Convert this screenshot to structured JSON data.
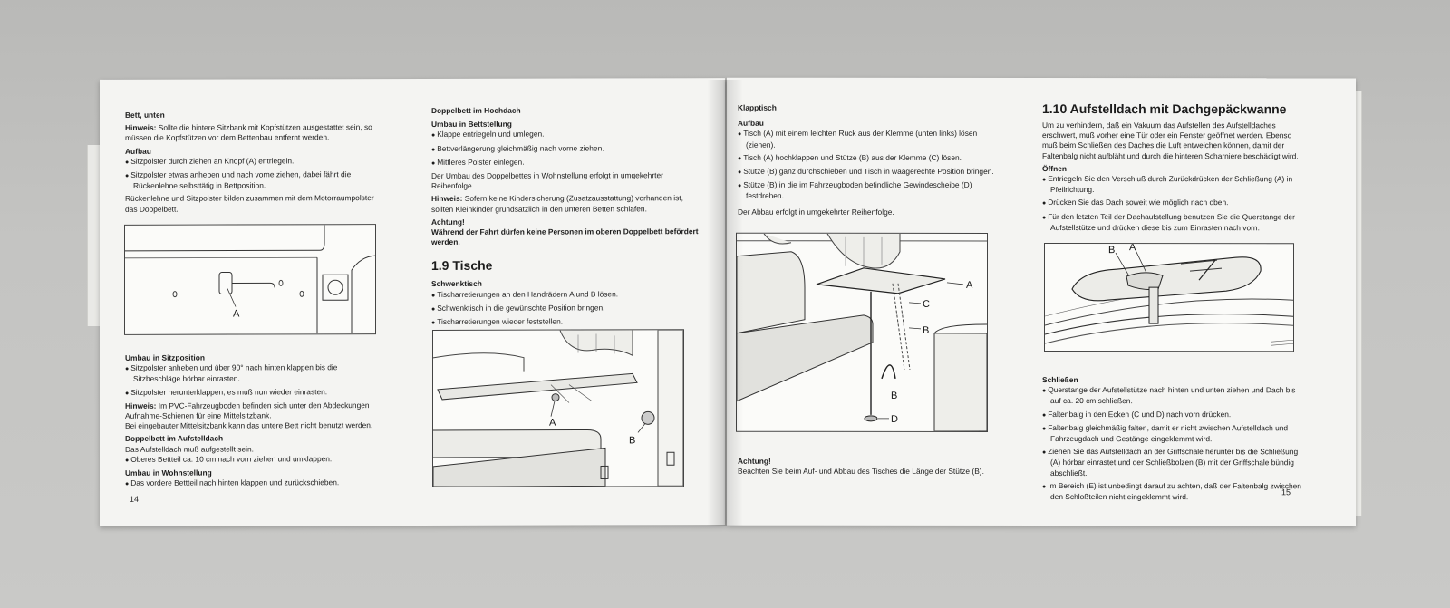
{
  "left": {
    "col1": {
      "title": "Bett, unten",
      "hinweis_label": "Hinweis:",
      "hinweis_text": " Sollte die hintere Sitzbank mit Kopfstützen ausgestattet sein, so müssen die Kopfstützen vor dem Bettenbau entfernt werden.",
      "aufbau_heading": "Aufbau",
      "aufbau_items": [
        "Sitzpolster durch ziehen an Knopf (A) entriegeln.",
        "Sitzpolster etwas anheben und nach vorne ziehen, dabei fährt die Rückenlehne selbsttätig in Bettposition."
      ],
      "aufbau_note": "Rückenlehne und Sitzpolster bilden zusammen mit dem Motorraumpolster das Doppelbett.",
      "fig_label_a": "A",
      "sitz_heading": "Umbau in Sitzposition",
      "sitz_items": [
        "Sitzpolster anheben und über 90° nach hinten klappen bis die Sitzbeschläge hörbar einrasten.",
        "Sitzpolster herunterklappen, es muß nun wieder einrasten."
      ],
      "hinweis2_label": "Hinweis:",
      "hinweis2_text": " Im PVC-Fahrzeugboden befinden sich unter den Abdeckungen Aufnahme-Schienen für eine Mittelsitzbank.",
      "hinweis2_note": "Bei eingebauter Mittelsitzbank kann das untere Bett nicht benutzt werden.",
      "doppel_heading": "Doppelbett im Aufstelldach",
      "doppel_text": "Das Aufstelldach muß aufgestellt sein.",
      "doppel_items": [
        "Oberes Bettteil ca. 10 cm nach vorn ziehen und umklappen."
      ],
      "wohn_heading": "Umbau in Wohnstellung",
      "wohn_items": [
        "Das vordere Bettteil nach hinten klappen und zurückschieben."
      ],
      "page_number": "14"
    },
    "col2": {
      "title": "Doppelbett im Hochdach",
      "umbau_heading": "Umbau in Bettstellung",
      "umbau_items": [
        "Klappe entriegeln und umlegen.",
        "Bettverlängerung gleichmäßig nach vorne ziehen.",
        "Mittleres Polster einlegen."
      ],
      "umbau_note": "Der Umbau des Doppelbettes in Wohnstellung erfolgt in umgekehrter Reihenfolge.",
      "hinweis_label": "Hinweis:",
      "hinweis_text": " Sofern keine Kindersicherung (Zusatzausstattung) vorhanden ist, sollten Kleinkinder grundsätzlich in den unteren Betten schlafen.",
      "achtung_heading": "Achtung!",
      "achtung_text": "Während der Fahrt dürfen keine Personen im oberen Doppelbett befördert werden.",
      "section_title": "1.9 Tische",
      "schwenk_heading": "Schwenktisch",
      "schwenk_items": [
        "Tischarretierungen an den Handrädern A und B lösen.",
        "Schwenktisch in die gewünschte Position bringen.",
        "Tischarretierungen wieder feststellen."
      ],
      "fig_label_a": "A",
      "fig_label_b": "B"
    }
  },
  "right": {
    "col1": {
      "title": "Klapptisch",
      "aufbau_heading": "Aufbau",
      "aufbau_items": [
        "Tisch (A) mit einem leichten Ruck aus der Klemme (unten links) lösen (ziehen).",
        "Tisch (A) hochklappen und Stütze (B) aus der Klemme (C) lösen.",
        "Stütze (B) ganz durchschieben und Tisch in waagerechte Position bringen.",
        "Stütze (B) in die im Fahrzeugboden befindliche Gewindescheibe (D) festdrehen."
      ],
      "abbau_note": "Der Abbau erfolgt in umgekehrter Reihenfolge.",
      "fig_labels": {
        "a": "A",
        "b": "B",
        "b2": "B",
        "c": "C",
        "d": "D"
      },
      "achtung_heading": "Achtung!",
      "achtung_text": "Beachten Sie beim Auf- und Abbau des Tisches die Länge der Stütze (B)."
    },
    "col2": {
      "section_title": "1.10 Aufstelldach mit Dachgepäckwanne",
      "intro": "Um zu verhindern, daß ein Vakuum das Aufstellen des Aufstelldaches erschwert, muß vorher eine Tür oder ein Fenster geöffnet werden. Ebenso muß beim Schließen des Daches die Luft entweichen können, damit der Faltenbalg nicht aufbläht und durch die hinteren Scharniere beschädigt wird.",
      "oeffnen_heading": "Öffnen",
      "oeffnen_items": [
        "Entriegeln Sie den Verschluß durch Zurückdrücken der Schließung (A) in Pfeilrichtung.",
        "Drücken Sie das Dach soweit wie möglich nach oben.",
        "Für den letzten Teil der Dachaufstellung benutzen Sie die Querstange der Aufstellstütze und drücken diese bis zum Einrasten nach vorn."
      ],
      "fig_label_a": "A",
      "fig_label_b": "B",
      "schliessen_heading": "Schließen",
      "schliessen_items": [
        "Querstange der Aufstellstütze nach hinten und unten ziehen und Dach bis auf ca. 20 cm schließen.",
        "Faltenbalg in den Ecken (C und D) nach vorn drücken.",
        "Faltenbalg gleichmäßig falten, damit er nicht zwischen Aufstelldach und Fahrzeugdach und Gestänge eingeklemmt wird.",
        "Ziehen Sie das Aufstelldach an der Griffschale herunter bis die Schließung (A) hörbar einrastet und der Schließbolzen (B) mit der Griffschale bündig abschließt.",
        "Im Bereich (E) ist unbedingt darauf zu achten, daß der Faltenbalg zwischen den Schloßteilen nicht eingeklemmt wird."
      ],
      "page_number": "15"
    }
  }
}
